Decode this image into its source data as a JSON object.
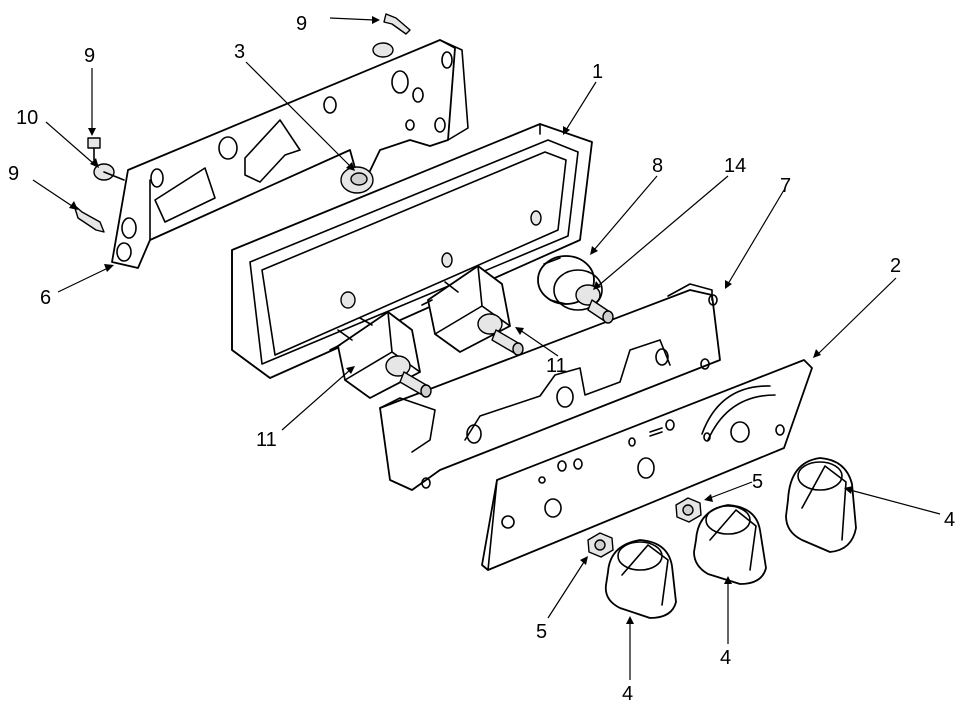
{
  "callouts": {
    "c1": "1",
    "c2": "2",
    "c3": "3",
    "c4a": "4",
    "c4b": "4",
    "c4c": "4",
    "c5a": "5",
    "c5b": "5",
    "c6": "6",
    "c7": "7",
    "c8": "8",
    "c9a": "9",
    "c9b": "9",
    "c9c": "9",
    "c10": "10",
    "c11a": "11",
    "c11b": "11",
    "c14": "14"
  }
}
